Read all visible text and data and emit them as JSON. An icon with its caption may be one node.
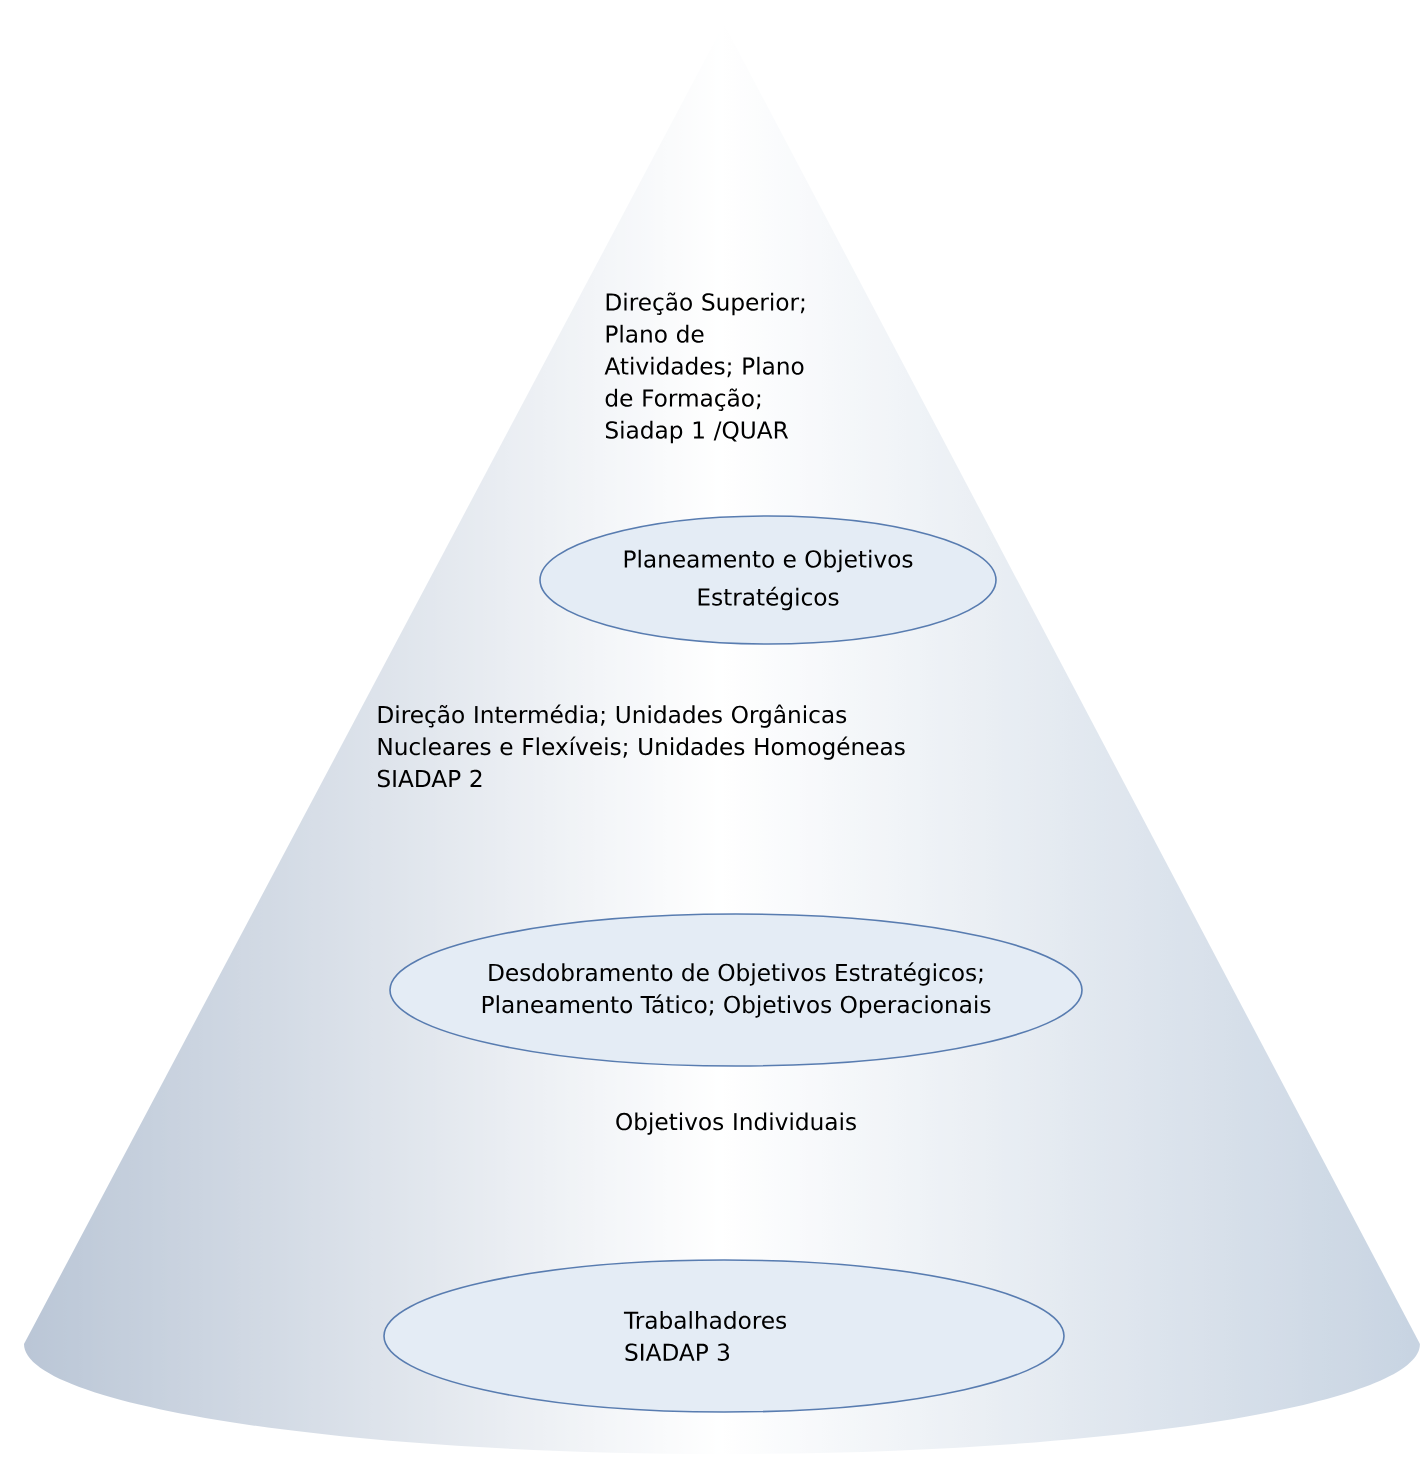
{
  "diagram": {
    "nodes": [
      {
        "text": [
          "Direção Superior; Plano de Atividades; Plano de Formação; Siadap 1 /QUAR",
          "Direção Intermédia; Unidades Orgânicas Nucleares e Flexíveis; Unidades Homogéneas SIADAP 2",
          "Objetivos Individuais"
        ]
      },
      {
        "text": [
          "Planeamento e Objetivos Estratégicos"
        ],
        "in": 0
      },
      {
        "text": [
          "Desdobramento de Objetivos Estratégicos; Planeamento Tático; Objetivos Operacionais"
        ],
        "in": 0
      },
      {
        "text": [
          "Trabalhadores SIADAP 3"
        ],
        "in": 0
      }
    ],
    "edges": []
  }
}
